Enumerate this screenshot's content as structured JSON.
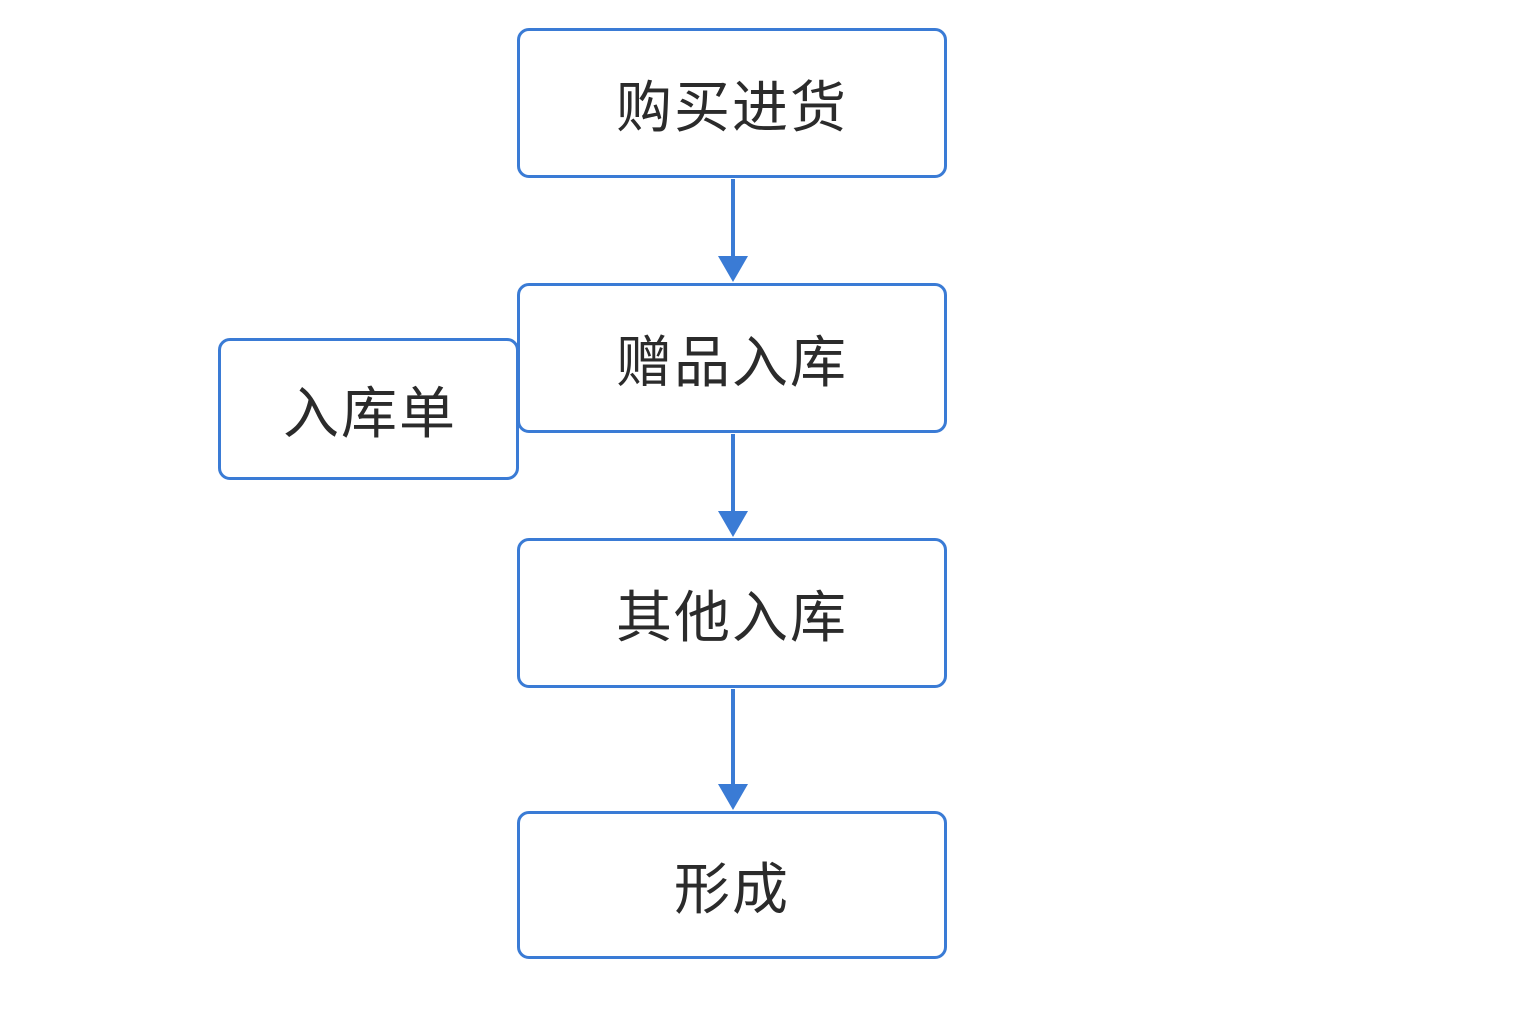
{
  "flow": {
    "step1": "购买进货",
    "step2": "赠品入库",
    "step3": "其他入库",
    "step4": "形成",
    "side_note": "入库单"
  },
  "colors": {
    "stroke": "#3a7bd5",
    "text": "#2b2b2b",
    "background": "#ffffff"
  }
}
